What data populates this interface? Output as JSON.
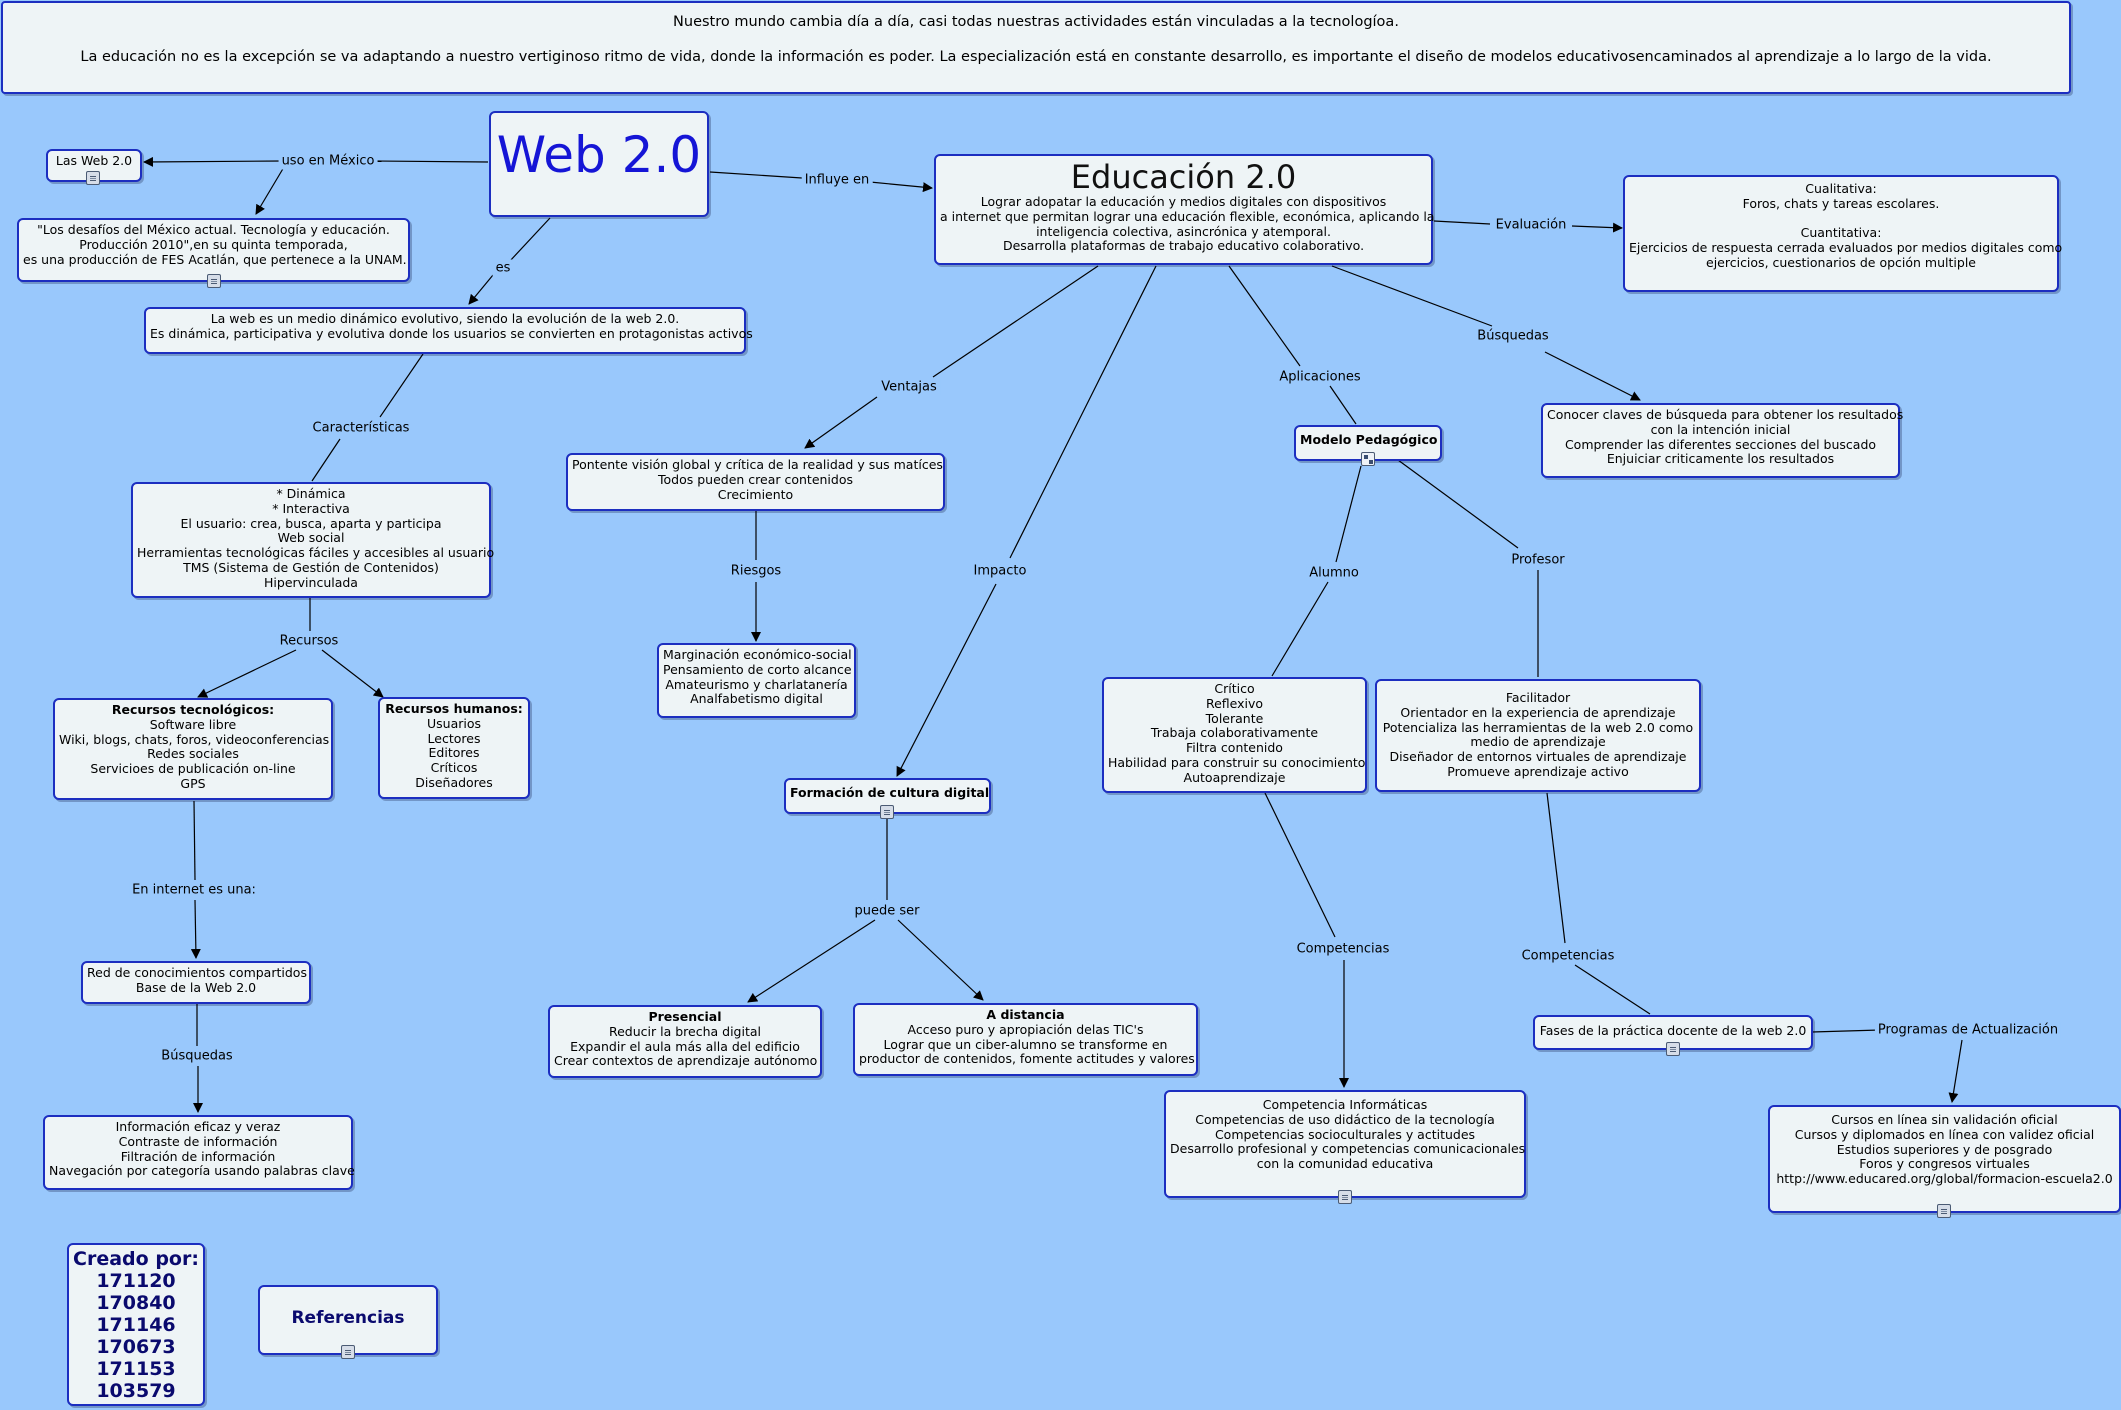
{
  "banner": {
    "lines": [
      "Nuestro mundo cambia día a día, casi todas nuestras actividades están vinculadas a la tecnologíoa.",
      "",
      "La educación no es la excepción se va adaptando a nuestro vertiginoso ritmo de vida, donde la información es poder. La especialización está en constante desarrollo, es importante el diseño de modelos educativosencaminados al aprendizaje a lo largo de la vida."
    ]
  },
  "concepts": {
    "web20": "Web 2.0",
    "las_web20": "Las Web 2.0",
    "desafios": [
      "\"Los desafíos del México actual. Tecnología y educación.",
      "Producción 2010\",en su quinta temporada,",
      "es una producción de FES Acatlán, que pertenece a la UNAM."
    ],
    "web_def": [
      "La web es un medio dinámico evolutivo, siendo la evolución de la web 2.0.",
      "Es dinámica, participativa y evolutiva donde los usuarios se convierten en protagonistas activos"
    ],
    "caracteristicas": [
      "* Dinámica",
      "* Interactiva",
      "El usuario: crea, busca, aparta y participa",
      "Web social",
      "Herramientas tecnológicas fáciles y accesibles al usuario",
      "TMS (Sistema de Gestión de Contenidos)",
      "Hipervinculada"
    ],
    "recursos_tec_title": "Recursos tecnológicos:",
    "recursos_tec": [
      "Software libre",
      "Wiki, blogs, chats, foros, videoconferencias",
      "Redes sociales",
      "Servicioes de publicación on-line",
      "GPS"
    ],
    "recursos_hum_title": "Recursos humanos:",
    "recursos_hum": [
      "Usuarios",
      "Lectores",
      "Editores",
      "Críticos",
      "Diseñadores"
    ],
    "red": [
      "Red de conocimientos compartidos",
      "Base de la Web 2.0"
    ],
    "informacion": [
      "Información eficaz y veraz",
      "Contraste de información",
      "Filtración de información",
      "Navegación por categoría usando palabras clave"
    ],
    "educacion_title": "Educación 2.0",
    "educacion": [
      "Lograr adopatar la educación y medios digitales con dispositivos",
      "a internet que permitan lograr una educación flexible, económica, aplicando la",
      "inteligencia colectiva, asincrónica y atemporal.",
      "Desarrolla plataformas de trabajo educativo colaborativo."
    ],
    "evaluacion": [
      "Cualitativa:",
      "Foros, chats y tareas escolares.",
      "",
      "Cuantitativa:",
      "Ejercicios de respuesta cerrada evaluados por medios digitales como",
      "ejercicios, cuestionarios de opción multiple"
    ],
    "ventajas": [
      "Pontente visión global  y crítica de la realidad y sus matíces",
      "Todos pueden crear contenidos",
      "Crecimiento"
    ],
    "riesgos": [
      "Marginación económico-social",
      "Pensamiento de corto alcance",
      "Amateurismo y charlatanería",
      "Analfabetismo digital"
    ],
    "formacion": "Formación de cultura digital",
    "presencial_title": "Presencial",
    "presencial": [
      "Reducir la brecha digital",
      "Expandir el aula más alla del edificio",
      "Crear contextos de aprendizaje autónomo"
    ],
    "distancia_title": "A distancia",
    "distancia": [
      "Acceso puro y apropiación delas TIC's",
      "Lograr que un ciber-alumno se transforme en",
      "productor de contenidos, fomente actitudes y valores"
    ],
    "modelo": "Modelo Pedagógico",
    "busquedas_edu": [
      "Conocer claves de búsqueda para obtener los resultados",
      "con la intención inicial",
      "Comprender las diferentes secciones del buscado",
      "Enjuiciar criticamente los resultados"
    ],
    "alumno": [
      "Crítico",
      "Reflexivo",
      "Tolerante",
      "Trabaja colaborativamente",
      "Filtra contenido",
      "Habilidad para construir su conocimiento",
      "Autoaprendizaje"
    ],
    "profesor": [
      "Facilitador",
      "Orientador en la experiencia de aprendizaje",
      "Potencializa las herramientas de la web 2.0 como",
      "medio de aprendizaje",
      "Diseñador de entornos virtuales de aprendizaje",
      "Promueve aprendizaje activo"
    ],
    "competencias": [
      "Competencia Informáticas",
      "Competencias de uso didáctico de la tecnología",
      "Competencias socioculturales y actitudes",
      "Desarrollo profesional y competencias comunicacionales",
      "con la comunidad educativa"
    ],
    "fases": "Fases de la práctica  docente de la web 2.0",
    "cursos": [
      "Cursos en línea sin validación oficial",
      "Cursos y diplomados en línea con validez oficial",
      "Estudios superiores y de  posgrado",
      "Foros y congresos virtuales",
      "http://www.educared.org/global/formacion-escuela2.0"
    ],
    "creado": [
      "Creado por:",
      "171120",
      "170840",
      "171146",
      "170673",
      "171153",
      "103579"
    ],
    "referencias": "Referencias"
  },
  "links": {
    "uso_mexico": "uso en México",
    "es": "es",
    "influye": "Influye en",
    "caracteristicas": "Características",
    "recursos": "Recursos",
    "internet": "En internet es una:",
    "busquedas_web": "Búsquedas",
    "evaluacion": "Evaluación",
    "ventajas": "Ventajas",
    "impacto": "Impacto",
    "aplicaciones": "Aplicaciones",
    "busquedas_edu": "Búsquedas",
    "riesgos": "Riesgos",
    "puede_ser": "puede ser",
    "alumno": "Alumno",
    "profesor": "Profesor",
    "competencias_alumno": "Competencias",
    "competencias_profesor": "Competencias",
    "programas": "Programas de Actualización"
  },
  "icons": {
    "resource": "document-icon",
    "concept_map": "concept-map-icon"
  },
  "colors": {
    "background": "#99c8fc",
    "node_fill": "#eef4f6",
    "node_border": "#1c2ec0",
    "title_blue": "#1515d6",
    "credits_navy": "#0a0a6e"
  }
}
